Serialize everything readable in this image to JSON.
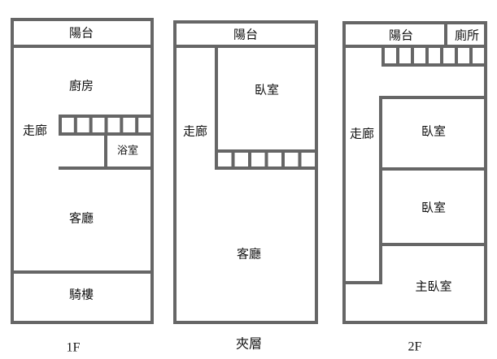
{
  "floors": {
    "f1": {
      "caption": "1F",
      "balcony": "陽台",
      "kitchen": "廚房",
      "corridor": "走廊",
      "bath": "浴室",
      "living": "客廳",
      "arcade": "騎樓"
    },
    "mezz": {
      "caption": "夾層",
      "balcony": "陽台",
      "bedroom": "臥室",
      "corridor": "走廊",
      "living": "客廳"
    },
    "f2": {
      "caption": "2F",
      "balcony": "陽台",
      "toilet": "廁所",
      "corridor": "走廊",
      "bedroom1": "臥室",
      "bedroom2": "臥室",
      "master": "主臥室"
    }
  },
  "colors": {
    "wall": "#666666"
  }
}
